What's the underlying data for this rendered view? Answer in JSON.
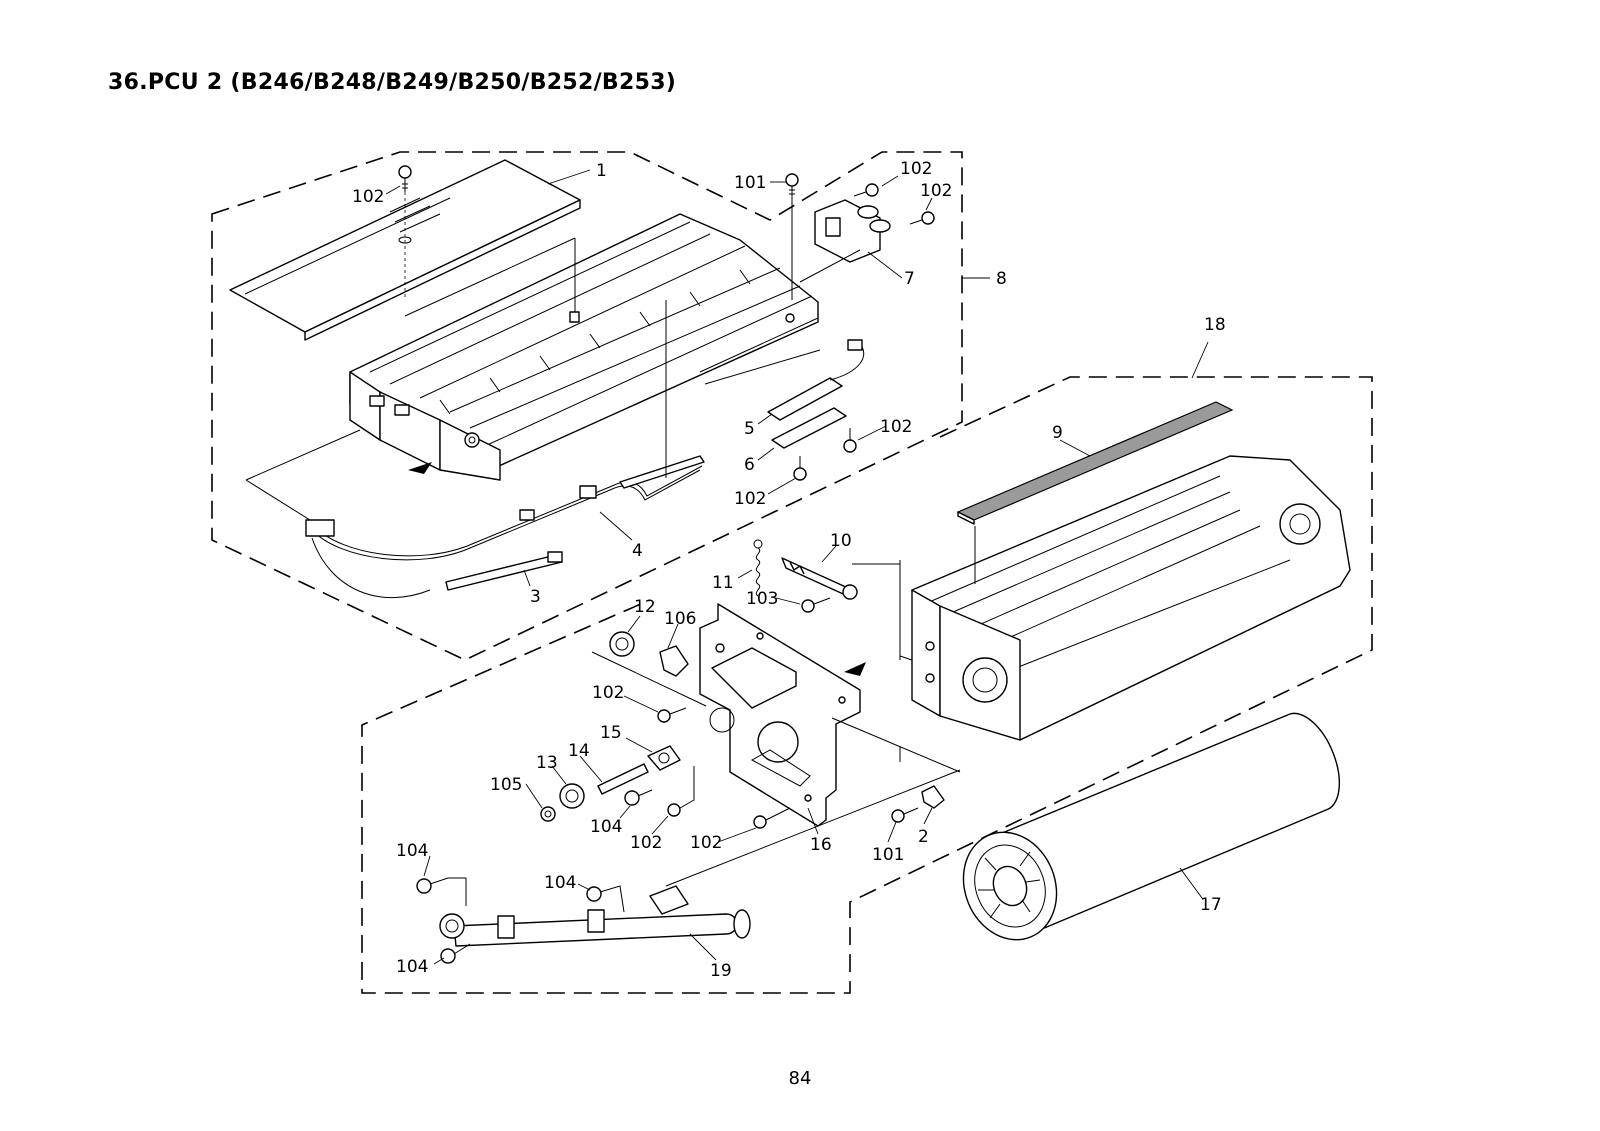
{
  "page": {
    "title": "36.PCU 2 (B246/B248/B249/B250/B252/B253)",
    "page_number": "84"
  },
  "callouts": {
    "c1": "1",
    "c2": "2",
    "c3": "3",
    "c4": "4",
    "c5": "5",
    "c6": "6",
    "c7": "7",
    "c8": "8",
    "c9": "9",
    "c10": "10",
    "c11": "11",
    "c12": "12",
    "c13": "13",
    "c14": "14",
    "c15": "15",
    "c16": "16",
    "c17": "17",
    "c18": "18",
    "c19": "19",
    "c101a": "101",
    "c101b": "101",
    "c102a": "102",
    "c102b": "102",
    "c102c": "102",
    "c102d": "102",
    "c102e": "102",
    "c102f": "102",
    "c102g": "102",
    "c102h": "102",
    "c103": "103",
    "c104a": "104",
    "c104b": "104",
    "c104c": "104",
    "c104d": "104",
    "c105": "105",
    "c106": "106"
  }
}
